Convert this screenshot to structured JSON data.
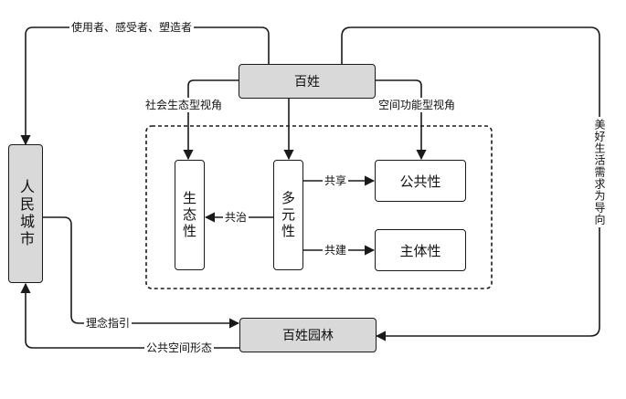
{
  "nodes": {
    "baixing": "百姓",
    "renmin_chengshi": "人民城市",
    "shengtaixing": "生态性",
    "duoyuanxing": "多元性",
    "gonggongxing": "公共性",
    "zhutixing": "主体性",
    "baixing_yuanlin": "百姓园林"
  },
  "edges": {
    "users_label": "使用者、感受者、塑造者",
    "social_view": "社会生态型视角",
    "space_view": "空间功能型视角",
    "gongxiang": "共享",
    "gongjian": "共建",
    "gongzhi": "共治",
    "linian": "理念指引",
    "gonggong_kongjian": "公共空间形态",
    "meihao": "美好生活需求为导向"
  },
  "colors": {
    "node_fill": "#d9d9d9",
    "line": "#1a1a1a"
  }
}
